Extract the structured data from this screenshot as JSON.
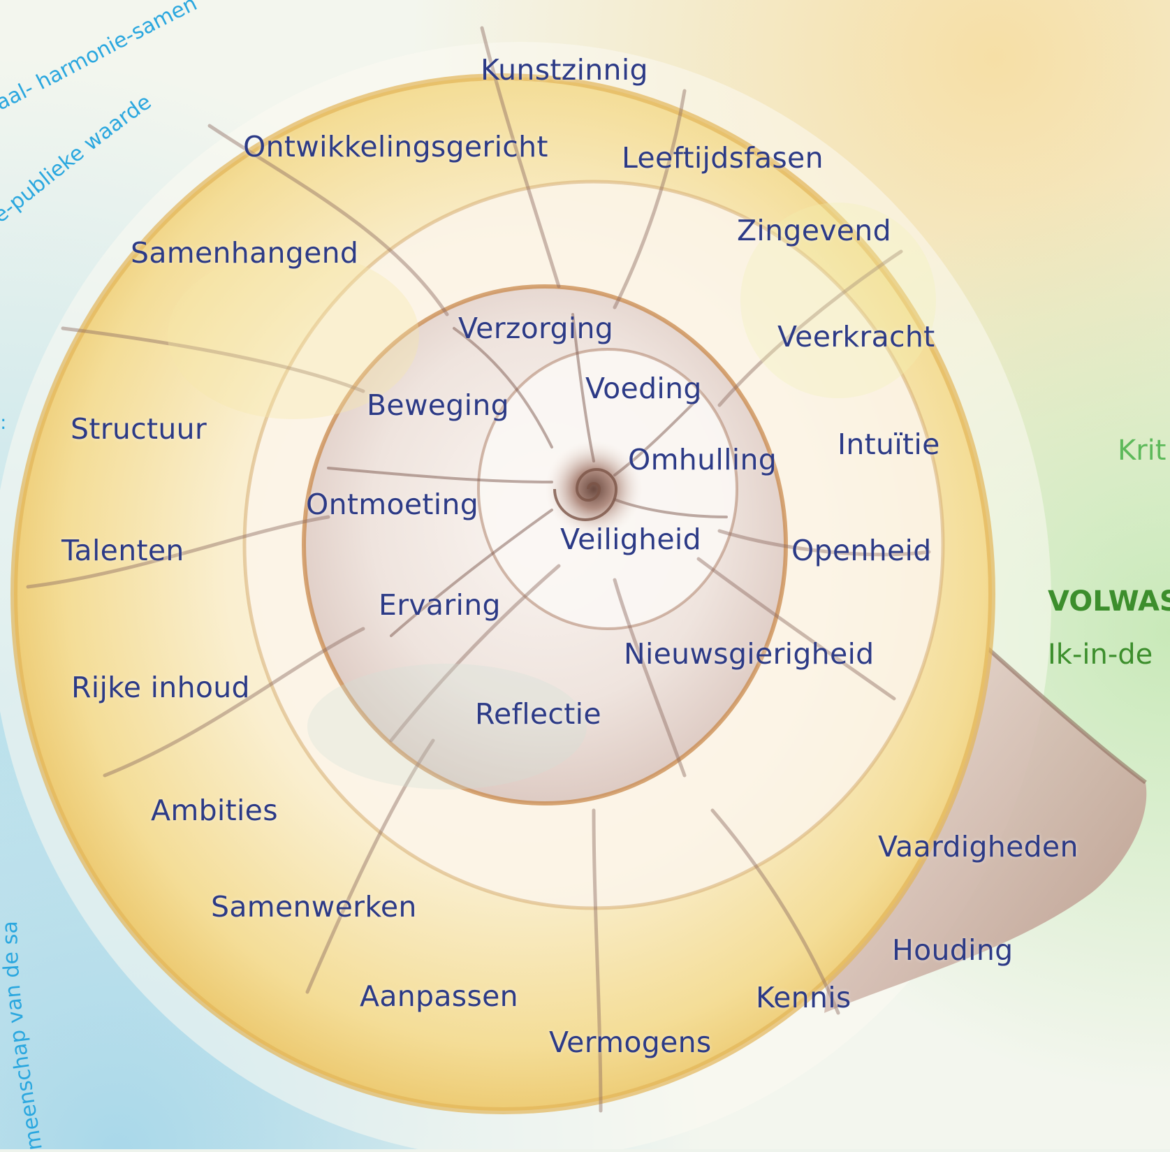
{
  "outer_ring": {
    "text_top": "aal- harmonie-samen",
    "text_second": "e-publieke waarde",
    "text_left_bottom": "meenschap van de sa",
    "text_left_mid": ":"
  },
  "right_panel": {
    "partial_word": "Krit",
    "heading": "VOLWAS",
    "subheading": "Ik-in-de"
  },
  "shell_labels": {
    "kunstzinnig": "Kunstzinnig",
    "ontwikkelingsgericht": "Ontwikkelingsgericht",
    "leeftijdsfasen": "Leeftijdsfasen",
    "zingevend": "Zingevend",
    "samenhangend": "Samenhangend",
    "verzorging": "Verzorging",
    "veerkracht": "Veerkracht",
    "beweging": "Beweging",
    "voeding": "Voeding",
    "structuur": "Structuur",
    "omhulling": "Omhulling",
    "intuitie": "Intuïtie",
    "ontmoeting": "Ontmoeting",
    "talenten": "Talenten",
    "veiligheid": "Veiligheid",
    "openheid": "Openheid",
    "ervaring": "Ervaring",
    "nieuwsgierigheid": "Nieuwsgierigheid",
    "rijke_inhoud": "Rijke inhoud",
    "reflectie": "Reflectie",
    "ambities": "Ambities",
    "vaardigheden": "Vaardigheden",
    "samenwerken": "Samenwerken",
    "houding": "Houding",
    "aanpassen": "Aanpassen",
    "kennis": "Kennis",
    "vermogens": "Vermogens"
  },
  "colors": {
    "label": "#2c3a86",
    "outer_text": "#2aa7df",
    "green_light": "#5db95a",
    "green_dark": "#3c8e2c"
  }
}
